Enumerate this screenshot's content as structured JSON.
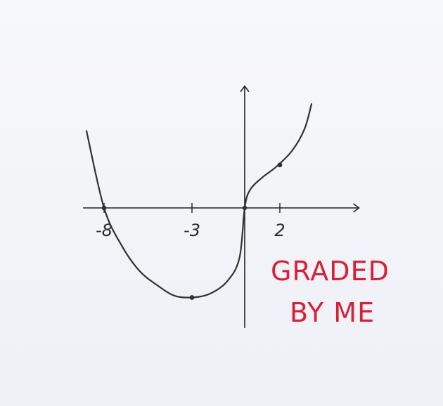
{
  "chart_data": {
    "type": "line",
    "title": "",
    "xlabel": "",
    "ylabel": "",
    "xlim": [
      -9.2,
      6.5
    ],
    "ylim": [
      -6.7,
      6.8
    ],
    "x_ticks": [
      -8,
      -3,
      2
    ],
    "x_tick_labels": [
      "-8",
      "-3",
      "2"
    ],
    "grid": false,
    "series": [
      {
        "values": [
          [
            -9,
            4.3
          ],
          [
            -8,
            0
          ],
          [
            -7,
            -2.1
          ],
          [
            -6,
            -3.5
          ],
          [
            -5,
            -4.3
          ],
          [
            -4,
            -4.9
          ],
          [
            -3,
            -5.0
          ],
          [
            -2,
            -4.8
          ],
          [
            -1,
            -4.1
          ],
          [
            -0.3,
            -2.8
          ],
          [
            0,
            0
          ],
          [
            0.3,
            1.0
          ],
          [
            1,
            1.7
          ],
          [
            1.8,
            2.3
          ],
          [
            2.7,
            3.2
          ],
          [
            3.4,
            4.4
          ],
          [
            3.8,
            5.8
          ]
        ]
      }
    ],
    "marked_points": [
      [
        -8,
        0
      ],
      [
        -3,
        -5.0
      ],
      [
        0,
        0
      ],
      [
        2,
        2.4
      ]
    ],
    "annotation": {
      "lines": [
        "GRADED",
        "BY ME"
      ],
      "color": "#d81f37"
    },
    "curve_color": "#2f332f",
    "axis_color": "#222222"
  }
}
